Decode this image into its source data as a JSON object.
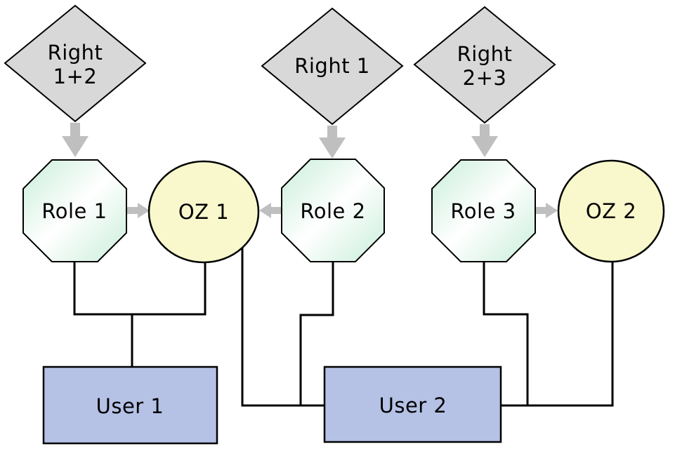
{
  "diagram": {
    "title": "rights-roles-oz-users-diagram",
    "colors": {
      "background": "#ffffff",
      "right_fill": "#d8d8d8",
      "role_green": "#c9eeda",
      "role_fade": "#ffffff",
      "oz_fill": "#f8f8cc",
      "user_fill": "#b5c2e6",
      "arrow_gray": "#bfbfbf",
      "connector_black": "#000000"
    },
    "rights": [
      {
        "id": "right-1-2",
        "lines": [
          "Right",
          "1+2"
        ]
      },
      {
        "id": "right-1",
        "lines": [
          "Right 1"
        ]
      },
      {
        "id": "right-2-3",
        "lines": [
          "Right",
          "2+3"
        ]
      }
    ],
    "roles": [
      {
        "id": "role-1",
        "label": "Role 1"
      },
      {
        "id": "role-2",
        "label": "Role 2"
      },
      {
        "id": "role-3",
        "label": "Role 3"
      }
    ],
    "zones": [
      {
        "id": "oz-1",
        "label": "OZ 1"
      },
      {
        "id": "oz-2",
        "label": "OZ 2"
      }
    ],
    "users": [
      {
        "id": "user-1",
        "label": "User 1"
      },
      {
        "id": "user-2",
        "label": "User 2"
      }
    ],
    "edges": [
      {
        "from": "right-1-2",
        "to": "role-1",
        "style": "gray-arrow-down"
      },
      {
        "from": "right-1",
        "to": "role-2",
        "style": "gray-arrow-down"
      },
      {
        "from": "right-2-3",
        "to": "role-3",
        "style": "gray-arrow-down"
      },
      {
        "from": "role-1",
        "to": "oz-1",
        "style": "gray-arrow-right"
      },
      {
        "from": "role-2",
        "to": "oz-1",
        "style": "gray-arrow-left"
      },
      {
        "from": "role-3",
        "to": "oz-2",
        "style": "gray-arrow-right"
      },
      {
        "from": "role-1",
        "to": "user-1",
        "style": "black-line"
      },
      {
        "from": "oz-1",
        "to": "user-1",
        "style": "black-line"
      },
      {
        "from": "oz-1",
        "to": "user-2",
        "style": "black-line"
      },
      {
        "from": "role-2",
        "to": "user-2",
        "style": "black-line"
      },
      {
        "from": "role-3",
        "to": "user-2",
        "style": "black-line"
      },
      {
        "from": "oz-2",
        "to": "user-2",
        "style": "black-line"
      }
    ]
  }
}
